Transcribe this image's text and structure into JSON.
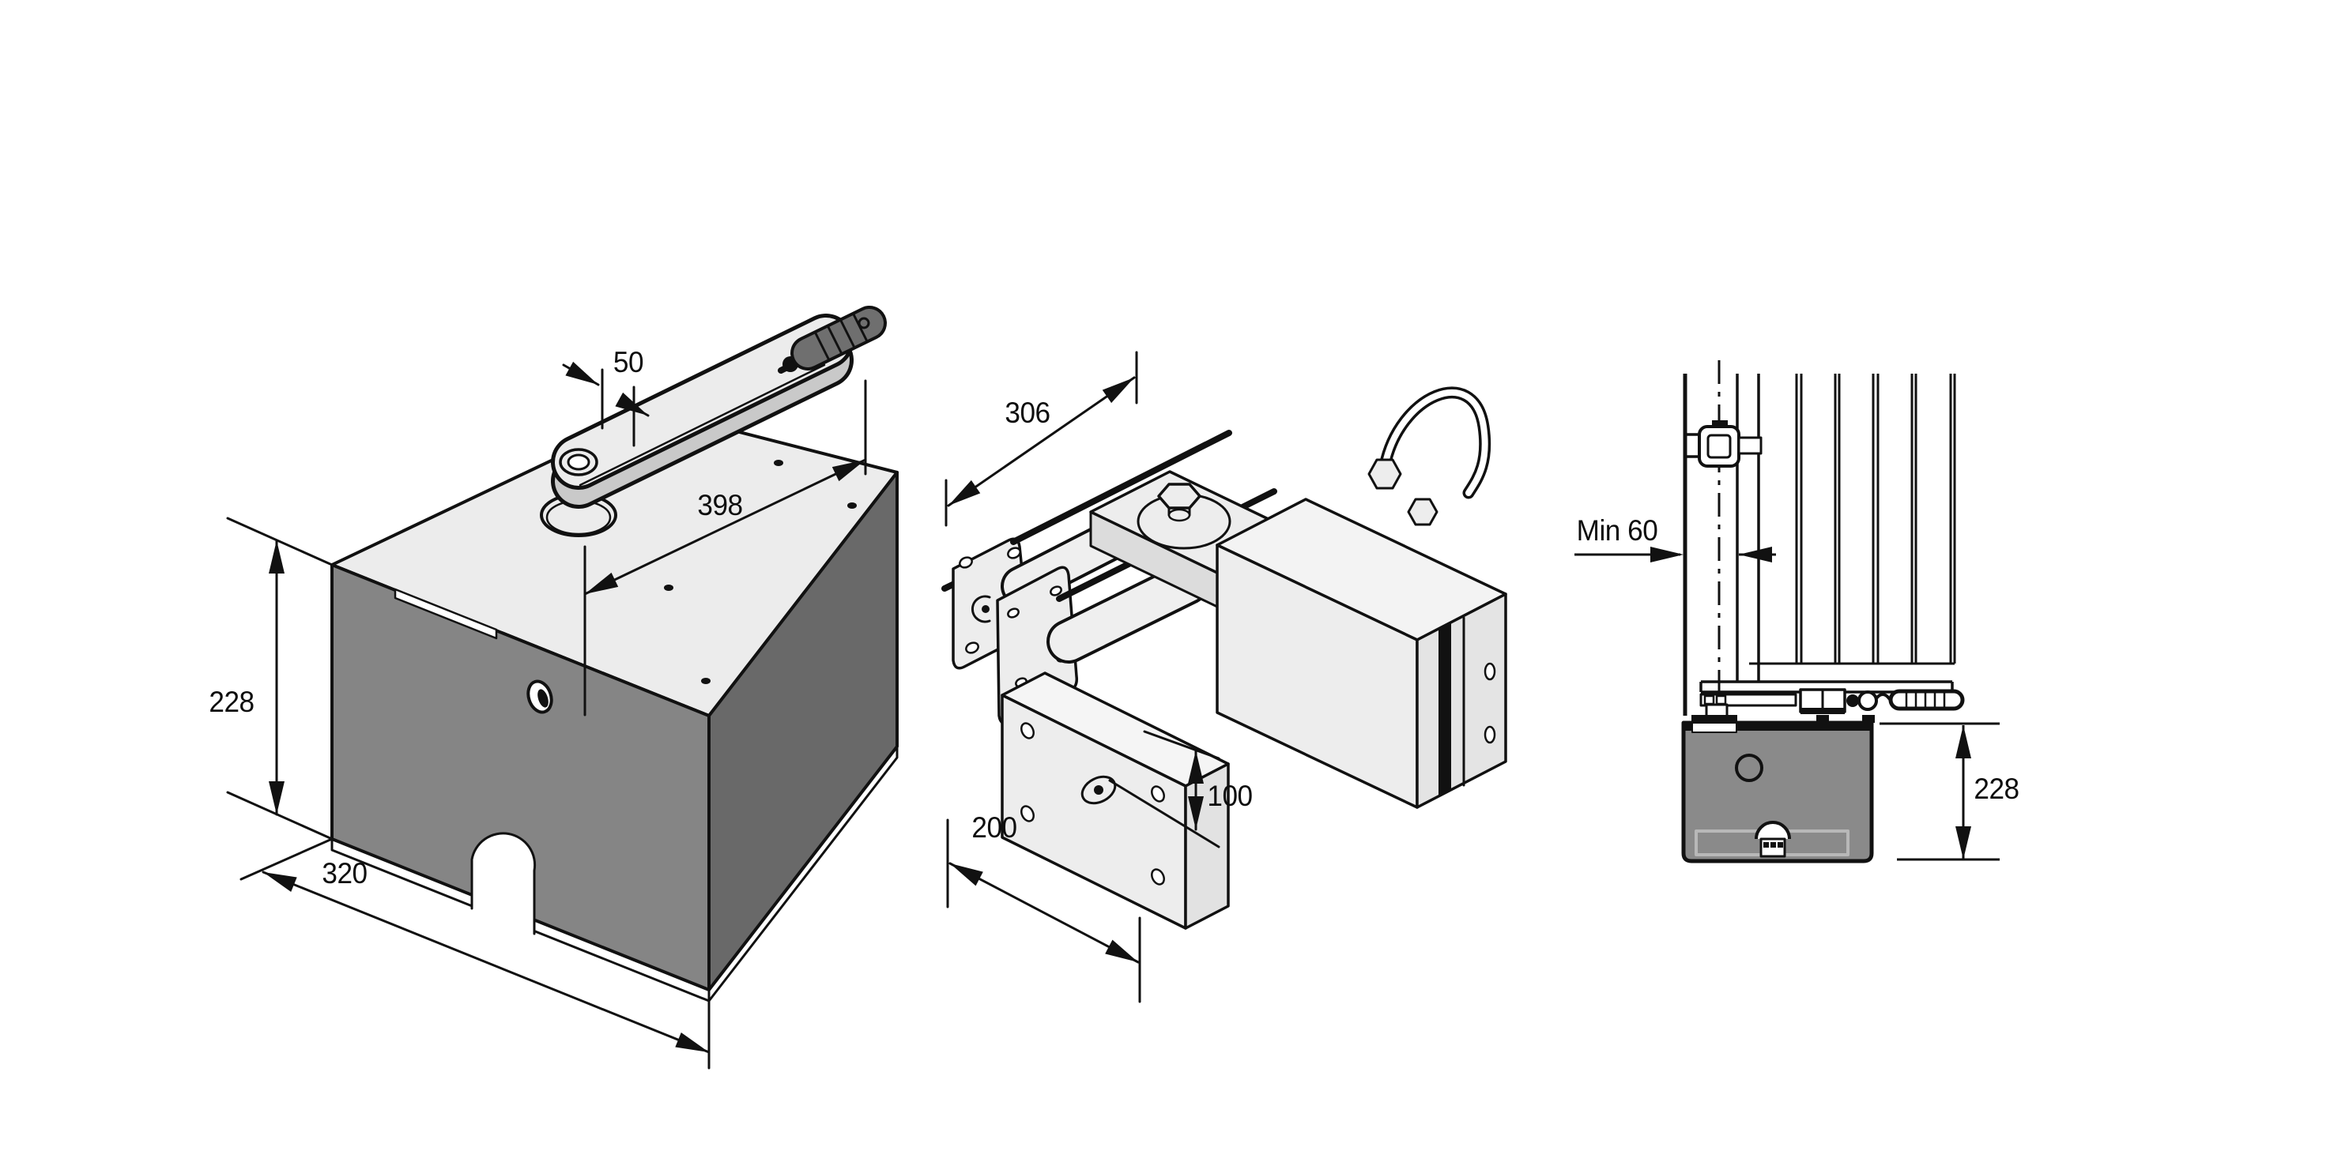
{
  "page": {
    "background": "#ffffff",
    "line_color": "#111111"
  },
  "colors": {
    "box_top_face": "#ececec",
    "box_front_face": "#858585",
    "box_side_face": "#696969",
    "buried_box_fill": "#8a8a8a",
    "release_handle_dark": "#6f6f6f",
    "metal_light": "#ededed"
  },
  "figures": {
    "foundation_box_isometric": {
      "dims": {
        "arm_width": "50",
        "top_diagonal": "398",
        "height": "228",
        "front_width": "320"
      }
    },
    "drive_unit_isometric": {
      "dims": {
        "length": "306",
        "depth": "200",
        "pivot_height": "100"
      }
    },
    "installation_side_view": {
      "dims": {
        "min_post_clearance": "Min 60",
        "box_height": "228"
      }
    }
  }
}
